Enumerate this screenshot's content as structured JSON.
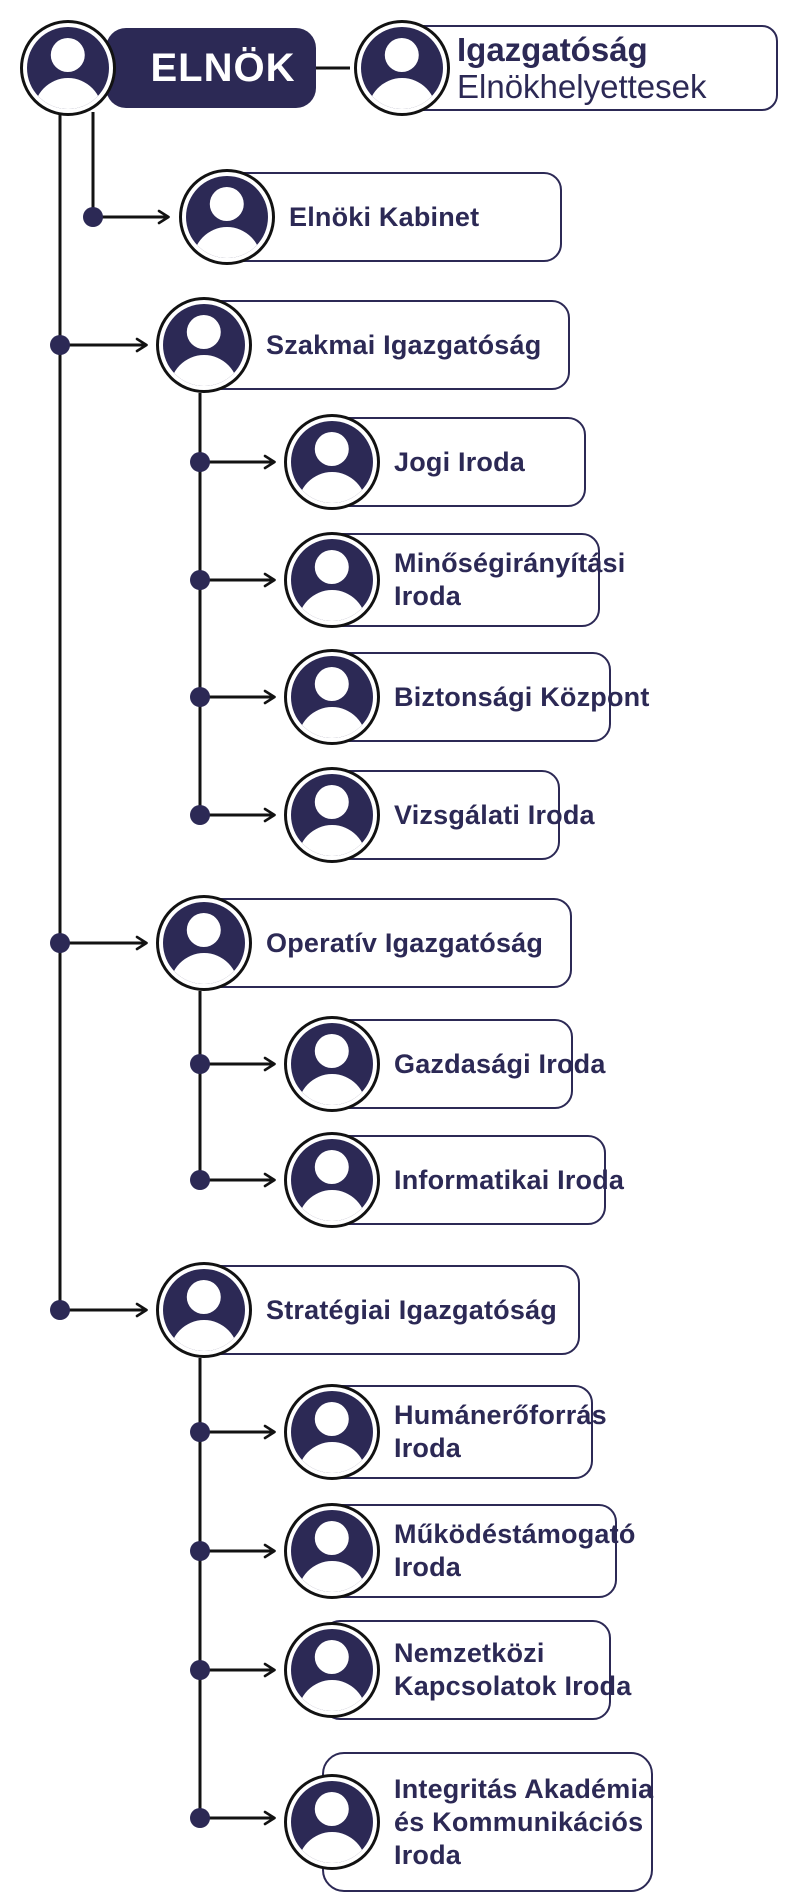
{
  "colors": {
    "navy": "#2c2955",
    "line": "#121212",
    "white": "#ffffff"
  },
  "icons": {
    "avatar": "person-icon"
  },
  "org": {
    "president": {
      "label": "ELNÖK"
    },
    "board": {
      "title": "Igazgatóság",
      "subtitle": "Elnökhelyettesek"
    },
    "cabinet": {
      "label": "Elnöki Kabinet"
    },
    "directorates": [
      {
        "label": "Szakmai Igazgatóság",
        "offices": [
          "Jogi Iroda",
          "Minőségirányítási\nIroda",
          "Biztonsági Központ",
          "Vizsgálati Iroda"
        ]
      },
      {
        "label": "Operatív Igazgatóság",
        "offices": [
          "Gazdasági Iroda",
          "Informatikai Iroda"
        ]
      },
      {
        "label": "Stratégiai Igazgatóság",
        "offices": [
          "Humánerőforrás\nIroda",
          "Működéstámogató\nIroda",
          "Nemzetközi\nKapcsolatok Iroda",
          "Integritás Akadémia\nés Kommunikációs\nIroda"
        ]
      }
    ]
  }
}
